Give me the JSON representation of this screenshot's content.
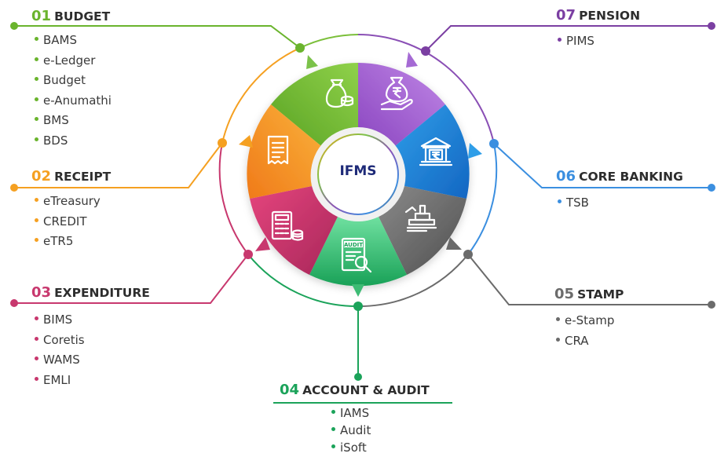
{
  "center": {
    "label": "IFMS"
  },
  "modules": [
    {
      "number": "01",
      "title": "BUDGET",
      "color": "#6ab42d",
      "icon": "money-bag-coins-icon",
      "items": [
        "BAMS",
        "e-Ledger",
        "Budget",
        "e-Anumathi",
        "BMS",
        "BDS"
      ]
    },
    {
      "number": "02",
      "title": "RECEIPT",
      "color": "#f5a021",
      "icon": "receipt-icon",
      "items": [
        "eTreasury",
        "CREDIT",
        "eTR5"
      ]
    },
    {
      "number": "03",
      "title": "EXPENDITURE",
      "color": "#c8386e",
      "icon": "calculator-coins-icon",
      "items": [
        "BIMS",
        "Coretis",
        "WAMS",
        "EMLI"
      ]
    },
    {
      "number": "04",
      "title": "ACCOUNT & AUDIT",
      "color": "#1ba35a",
      "icon": "audit-magnifier-icon",
      "items": [
        "IAMS",
        "Audit",
        "iSoft"
      ]
    },
    {
      "number": "05",
      "title": "STAMP",
      "color": "#6b6b6b",
      "icon": "stamp-icon",
      "items": [
        "e-Stamp",
        "CRA"
      ]
    },
    {
      "number": "06",
      "title": "CORE BANKING",
      "color": "#3b8fe0",
      "icon": "bank-rupee-icon",
      "items": [
        "TSB"
      ]
    },
    {
      "number": "07",
      "title": "PENSION",
      "color": "#7b3fa2",
      "icon": "rupee-bag-hand-icon",
      "items": [
        "PIMS"
      ]
    }
  ]
}
